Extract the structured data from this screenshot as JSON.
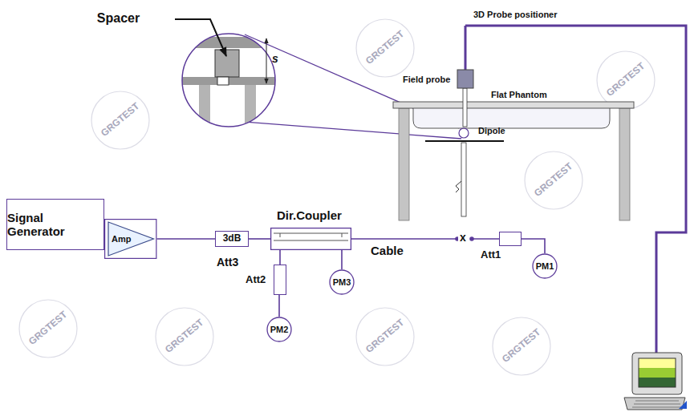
{
  "diagram": {
    "nodes": [
      {
        "text": [
          "Spacer"
        ]
      },
      {
        "text": [
          "Signal Generator"
        ]
      },
      {
        "text": [
          "Amp"
        ]
      },
      {
        "text": [
          "3dB"
        ]
      },
      {
        "text": [
          "Dir.Coupler"
        ]
      },
      {
        "text": [
          "Att2"
        ]
      },
      {
        "text": [
          "PM3"
        ]
      },
      {
        "text": [
          "PM2"
        ]
      },
      {
        "text": [
          "Att1"
        ]
      },
      {
        "text": [
          "PM1"
        ]
      }
    ],
    "edges": [
      {
        "from": 1,
        "to": 2,
        "arrow": "none"
      },
      {
        "from": 2,
        "to": 3,
        "arrow": "none"
      },
      {
        "from": 3,
        "to": 4,
        "arrow": "none"
      },
      {
        "from": 4,
        "to": 5,
        "arrow": "none"
      },
      {
        "from": 5,
        "to": 7,
        "arrow": "none"
      },
      {
        "from": 4,
        "to": 6,
        "arrow": "none"
      },
      {
        "from": 8,
        "to": 9,
        "arrow": "none"
      }
    ],
    "labels": [
      "s",
      "3D Probe positioner",
      "Field probe",
      "Flat Phantom",
      "Dipole",
      "Att3",
      "Cable",
      "x",
      "GRGTEST",
      "GRGTEST",
      "GRGTEST",
      "GRGTEST",
      "GRGTEST",
      "GRGTEST",
      "GRGTEST",
      "GRGTEST"
    ]
  }
}
